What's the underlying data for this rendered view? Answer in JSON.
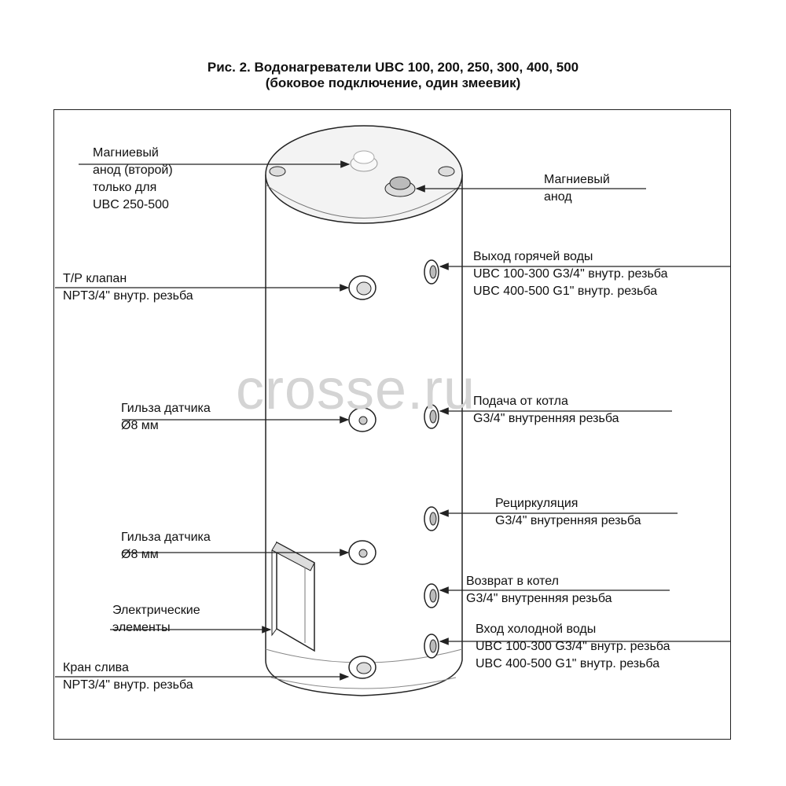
{
  "title": {
    "line1": "Рис. 2. Водонагреватели UBC 100, 200, 250, 300, 400, 500",
    "line2": "(боковое подключение, один змеевик)"
  },
  "watermark": "crosse.ru",
  "labels": {
    "anode_second": [
      "Магниевый",
      "анод (второй)",
      "только для",
      "UBC 250-500"
    ],
    "anode": [
      "Магниевый",
      "анод"
    ],
    "tp_valve": [
      "Т/Р клапан",
      "NPT3/4\" внутр. резьба"
    ],
    "hot_out": [
      "Выход горячей воды",
      "UBC 100-300 G3/4\" внутр. резьба",
      "UBC 400-500 G1\" внутр. резьба"
    ],
    "sensor1": [
      "Гильза датчика",
      "Ø8 мм"
    ],
    "boiler_supply": [
      "Подача от котла",
      "G3/4\" внутренняя резьба"
    ],
    "recirc": [
      "Рециркуляция",
      "G3/4\" внутренняя резьба"
    ],
    "sensor2": [
      "Гильза датчика",
      "Ø8 мм"
    ],
    "boiler_return": [
      "Возврат в котел",
      "G3/4\" внутренняя резьба"
    ],
    "elements": [
      "Электрические",
      "элементы"
    ],
    "cold_in": [
      "Вход холодной воды",
      "UBC 100-300 G3/4\" внутр. резьба",
      "UBC 400-500 G1\" внутр. резьба"
    ],
    "drain": [
      "Кран слива",
      "NPT3/4\" внутр. резьба"
    ]
  },
  "colors": {
    "line": "#222222",
    "tank_fill": "#ffffff",
    "top_fill": "#f2f2f2",
    "fitting": "#cfcfcf"
  }
}
